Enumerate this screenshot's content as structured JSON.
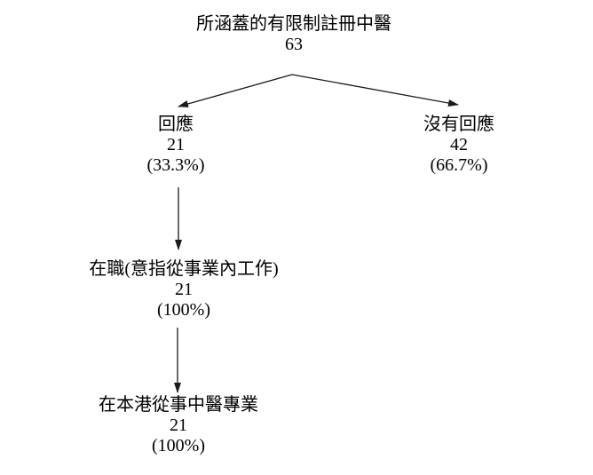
{
  "figure": {
    "background": "#ffffff",
    "text_color": "#000000",
    "arrow_color": "#1a1a1a",
    "nodes": {
      "root": {
        "label": "所涵蓋的有限制註冊中醫",
        "count": "63"
      },
      "responded": {
        "label": "回應",
        "count": "21",
        "percent": "(33.3%)"
      },
      "no_response": {
        "label": "沒有回應",
        "count": "42",
        "percent": "(66.7%)"
      },
      "in_service": {
        "label": "在職(意指從事業內工作)",
        "count": "21",
        "percent": "(100%)"
      },
      "practising": {
        "label": "在本港從事中醫專業",
        "count": "21",
        "percent": "(100%)"
      }
    },
    "edges": [
      {
        "from": "root",
        "to": "responded"
      },
      {
        "from": "root",
        "to": "no_response"
      },
      {
        "from": "responded",
        "to": "in_service"
      },
      {
        "from": "in_service",
        "to": "practising"
      }
    ]
  }
}
